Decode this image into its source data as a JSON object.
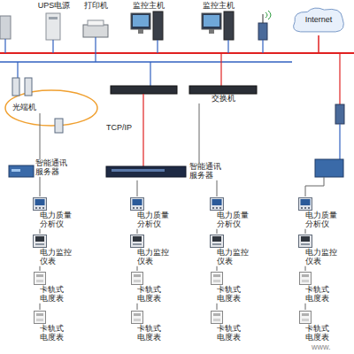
{
  "diagram": {
    "nodes": [
      {
        "text": [
          "UPS电源"
        ]
      },
      {
        "text": [
          "打印机"
        ]
      },
      {
        "text": [
          "监控主机"
        ]
      },
      {
        "text": [
          "监控主机"
        ]
      },
      {
        "text": [
          "Internet"
        ]
      },
      {
        "text": [
          "光端机"
        ]
      },
      {
        "text": [
          "交换机"
        ]
      },
      {
        "text": [
          "智能通讯服务器"
        ]
      },
      {
        "text": [
          "智能通讯服务器"
        ]
      },
      {
        "text": [
          "电力质量分析仪"
        ]
      },
      {
        "text": [
          "电力监控仪表"
        ]
      },
      {
        "text": [
          "卡轨式电度表"
        ]
      },
      {
        "text": [
          "卡轨式电度表"
        ]
      },
      {
        "text": [
          "电力质量分析仪"
        ]
      },
      {
        "text": [
          "电力监控仪表"
        ]
      },
      {
        "text": [
          "卡轨式电度表"
        ]
      },
      {
        "text": [
          "卡轨式电度表"
        ]
      },
      {
        "text": [
          "电力质量分析仪"
        ]
      },
      {
        "text": [
          "电力监控仪表"
        ]
      },
      {
        "text": [
          "卡轨式电度表"
        ]
      },
      {
        "text": [
          "卡轨式电度表"
        ]
      },
      {
        "text": [
          "电力质量分析仪"
        ]
      },
      {
        "text": [
          "电力监控仪表"
        ]
      },
      {
        "text": [
          "卡轨式电度表"
        ]
      },
      {
        "text": [
          "卡轨式电度表"
        ]
      }
    ],
    "edges": [
      {
        "from": 5,
        "to": 7,
        "arrow": "none"
      },
      {
        "from": 6,
        "to": 8,
        "arrow": "none"
      },
      {
        "from": 7,
        "to": 9,
        "arrow": "none"
      },
      {
        "from": 9,
        "to": 10,
        "arrow": "none"
      },
      {
        "from": 10,
        "to": 11,
        "arrow": "none"
      },
      {
        "from": 11,
        "to": 12,
        "arrow": "none"
      },
      {
        "from": 8,
        "to": 13,
        "arrow": "none"
      },
      {
        "from": 13,
        "to": 14,
        "arrow": "none"
      },
      {
        "from": 14,
        "to": 15,
        "arrow": "none"
      },
      {
        "from": 15,
        "to": 16,
        "arrow": "none"
      },
      {
        "from": 8,
        "to": 17,
        "arrow": "none"
      },
      {
        "from": 17,
        "to": 18,
        "arrow": "none"
      },
      {
        "from": 18,
        "to": 19,
        "arrow": "none"
      },
      {
        "from": 19,
        "to": 20,
        "arrow": "none"
      },
      {
        "from": 21,
        "to": 22,
        "arrow": "none"
      },
      {
        "from": 22,
        "to": 23,
        "arrow": "none"
      },
      {
        "from": 23,
        "to": 24,
        "arrow": "none"
      }
    ],
    "labels": [
      "TCP/IP",
      "www."
    ]
  }
}
